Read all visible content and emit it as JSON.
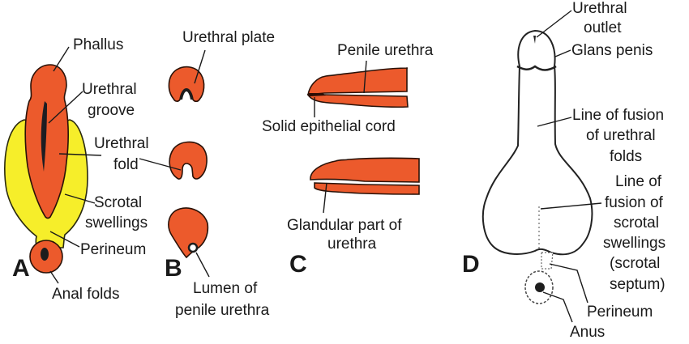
{
  "title": "Development of male external genitalia",
  "colors": {
    "tissue_orange": "#ec5a2c",
    "scrotal_yellow": "#f6ee2a",
    "outline": "#222222",
    "background": "#ffffff"
  },
  "panels": {
    "A": {
      "letter": "A",
      "labels": {
        "phallus": "Phallus",
        "urethral_groove": [
          "Urethral",
          "groove"
        ],
        "urethral_fold": [
          "Urethral",
          "fold"
        ],
        "scrotal_swellings": [
          "Scrotal",
          "swellings"
        ],
        "perineum": "Perineum",
        "anal_folds": "Anal folds"
      }
    },
    "B": {
      "letter": "B",
      "labels": {
        "urethral_plate": "Urethral plate",
        "lumen": [
          "Lumen of",
          "penile urethra"
        ]
      }
    },
    "C": {
      "letter": "C",
      "labels": {
        "penile_urethra": "Penile urethra",
        "solid_cord": "Solid epithelial cord",
        "glandular_part": [
          "Glandular part of",
          "urethra"
        ]
      }
    },
    "D": {
      "letter": "D",
      "labels": {
        "urethral_outlet": [
          "Urethral",
          "outlet"
        ],
        "glans_penis": "Glans penis",
        "line_fusion_urethral": [
          "Line of fusion",
          "of urethral",
          "folds"
        ],
        "line_fusion_scrotal": [
          "Line of",
          "fusion of",
          "scrotal",
          "swellings",
          "(scrotal",
          "septum)"
        ],
        "perineum": "Perineum",
        "anus": "Anus"
      }
    }
  }
}
